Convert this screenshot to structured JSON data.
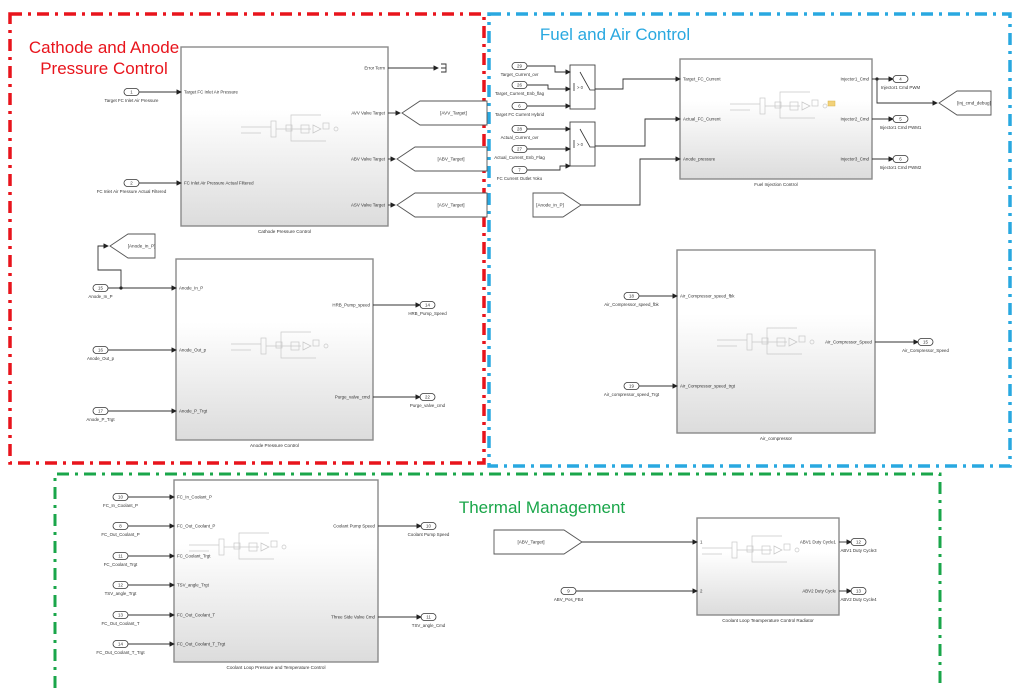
{
  "regions": {
    "cathode_anode": {
      "title_line1": "Cathode and Anode",
      "title_line2": "Pressure Control",
      "color": "#e8141c"
    },
    "fuel_air": {
      "title": "Fuel and Air Control",
      "color": "#29a8e0"
    },
    "thermal": {
      "title": "Thermal Management",
      "color": "#1aa64a"
    }
  },
  "blocks": {
    "cathode": {
      "name": "Cathode Pressure Control",
      "inputs": [
        "Target FC Inlet Air Pressure",
        "FC Inlet Air Pressure Actual Filtered"
      ],
      "outputs": [
        "Error Term",
        "AVV Valve Target",
        "ABV Valve Target",
        "ASV Valve Target"
      ]
    },
    "anode": {
      "name": "Anode Pressure Control",
      "inputs": [
        "Anode_In_P",
        "Anode_Out_p",
        "Anode_P_Trgt"
      ],
      "outputs": [
        "HRB_Pump_speed",
        "Purge_valve_cmd"
      ]
    },
    "fuel_injection": {
      "name": "Fuel Injection Control",
      "inputs": [
        "Target_FC_Current",
        "Actual_FC_Current",
        "Anode_pressure"
      ],
      "outputs": [
        "Injector1_Cmd",
        "Injector2_Cmd",
        "Injector3_Cmd"
      ]
    },
    "air_compressor": {
      "name": "Air_compressor",
      "inputs": [
        "Air_Compressor_speed_fbk",
        "Air_Compressor_speed_trgt"
      ],
      "outputs": [
        "Air_Compressor_Speed"
      ]
    },
    "coolant_loop": {
      "name": "Coolant Loop Pressure and Temperature Control",
      "inputs": [
        "FC_In_Coolant_P",
        "FC_Out_Coolant_P",
        "FC_Coolant_Trgt",
        "TSV_angle_Trgt",
        "FC_Out_Coolant_T",
        "FC_Out_Coolant_T_Trgt"
      ],
      "outputs": [
        "Coolant Pump Speed",
        "Three Side Valve Cmd"
      ]
    },
    "radiator": {
      "name": "Coolant Loop Teamperature Control Radiator",
      "inputs": [
        "1",
        "2"
      ],
      "outputs": [
        "ABV1 Duty Cycle1",
        "ABV2 Duty Cycle"
      ]
    }
  },
  "inports": {
    "cathode": [
      {
        "num": "1",
        "label": "Target FC Inlet Air Pressure"
      },
      {
        "num": "2",
        "label": "FC Inlet Air Pressure Actual Filtered"
      }
    ],
    "anode": [
      {
        "num": "15",
        "label": "Anode_In_P"
      },
      {
        "num": "16",
        "label": "Anode_Out_p"
      },
      {
        "num": "17",
        "label": "Anode_P_Trgt"
      }
    ],
    "switch1": [
      {
        "num": "29",
        "label": "Target_Current_ovr"
      },
      {
        "num": "26",
        "label": "Target_Current_Enb_flag"
      },
      {
        "num": "6",
        "label": "Target FC Current Hybrid"
      }
    ],
    "switch2": [
      {
        "num": "28",
        "label": "Actual_Current_ovr"
      },
      {
        "num": "27",
        "label": "Actual_Current_Enb_Flag"
      },
      {
        "num": "7",
        "label": "FC Current Outlet Yoko"
      }
    ],
    "air": [
      {
        "num": "18",
        "label": "Air_Compressor_speed_fbk"
      },
      {
        "num": "19",
        "label": "Air_compressor_speed_Trgt"
      }
    ],
    "coolant": [
      {
        "num": "10",
        "label": "FC_In_Coolant_P"
      },
      {
        "num": "8",
        "label": "FC_Out_Coolant_P"
      },
      {
        "num": "11",
        "label": "FC_Coolant_Trgt"
      },
      {
        "num": "12",
        "label": "TSV_angle_Trgt"
      },
      {
        "num": "13",
        "label": "FC_Out_Coolant_T"
      },
      {
        "num": "14",
        "label": "FC_Out_Coolant_T_Trgt"
      }
    ],
    "radiator": [
      {
        "num": "9",
        "label": "ABV_Pos_FB4"
      }
    ]
  },
  "outports": {
    "anode": [
      {
        "num": "14",
        "label": "HRB_Pump_Speed"
      },
      {
        "num": "22",
        "label": "Purge_valve_cmd"
      }
    ],
    "fuel": [
      {
        "num": "4",
        "label": "Injector1 Cmd PWM"
      },
      {
        "num": "5",
        "label": "Injector1 Cmd PWM1"
      },
      {
        "num": "6",
        "label": "Injector1 Cmd PWM2"
      }
    ],
    "air": [
      {
        "num": "15",
        "label": "Air_Compressor_Speed"
      }
    ],
    "coolant": [
      {
        "num": "10",
        "label": "Coolant Pump Speed"
      },
      {
        "num": "11",
        "label": "TSV_angle_Cmd"
      }
    ],
    "radiator": [
      {
        "num": "12",
        "label": "ABV1 Duty Cycle3"
      },
      {
        "num": "13",
        "label": "ABV2 Duty Cycle4"
      }
    ]
  },
  "gotos": {
    "avv_target": "[AVV_Target]",
    "abv_target": "[ABV_Target]",
    "asv_target": "[ASV_Target]",
    "anode_in_p": "[Anode_in_P]",
    "inj_cmd_debug": "[inj_cmd_debug]"
  },
  "froms": {
    "anode_in_p": "[Anode_in_P]",
    "abv_target": "[ABV_Target]"
  },
  "switch": {
    "threshold_label": "> 0"
  }
}
